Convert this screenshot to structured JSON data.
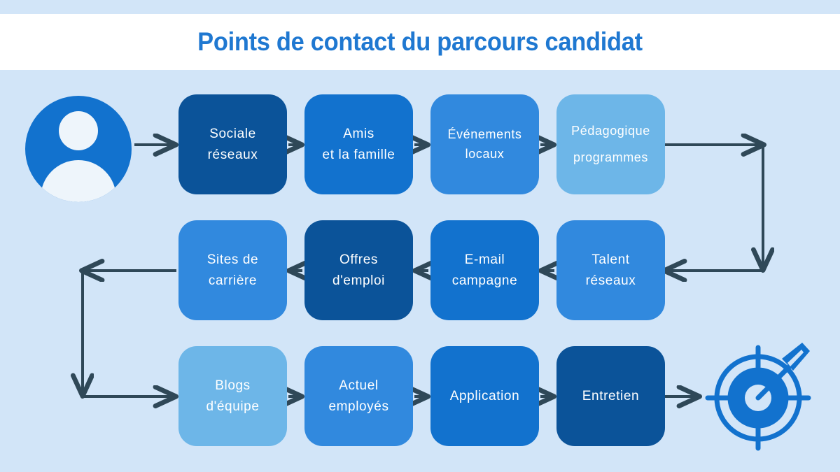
{
  "header": {
    "title": "Points de contact du parcours candidat",
    "title_color": "#1f78d1",
    "band_color": "#ffffff"
  },
  "canvas": {
    "background_color": "#d2e5f8",
    "connector_color": "#2f4858"
  },
  "palette": {
    "darkest": "#0b5399",
    "dark": "#0f5ba7",
    "medium": "#1272ce",
    "light": "#3189de",
    "lightest": "#6db6e8"
  },
  "start": {
    "icon": "user-avatar-icon",
    "color": "#1272ce"
  },
  "end": {
    "icon": "target-arrow-icon",
    "color": "#1272ce"
  },
  "rows": [
    {
      "direction": "left-to-right",
      "nodes": [
        {
          "id": "sociale-reseaux",
          "line1": "Sociale",
          "line2": "réseaux",
          "color": "#0b5399"
        },
        {
          "id": "amis-famille",
          "line1": "Amis",
          "line2": "et la famille",
          "color": "#1272ce"
        },
        {
          "id": "evenements-locaux",
          "line1": "Événements",
          "line2": "locaux",
          "color": "#3189de"
        },
        {
          "id": "pedagogique-programmes",
          "line1": "Pédagogique",
          "line2": "programmes",
          "color": "#6db6e8"
        }
      ]
    },
    {
      "direction": "right-to-left",
      "nodes": [
        {
          "id": "sites-carriere",
          "line1": "Sites de",
          "line2": "carrière",
          "color": "#3189de"
        },
        {
          "id": "offres-emploi",
          "line1": "Offres",
          "line2": "d'emploi",
          "color": "#0b5399"
        },
        {
          "id": "email-campagne",
          "line1": "E-mail",
          "line2": "campagne",
          "color": "#1272ce"
        },
        {
          "id": "talent-reseaux",
          "line1": "Talent",
          "line2": "réseaux",
          "color": "#3189de"
        }
      ]
    },
    {
      "direction": "left-to-right",
      "nodes": [
        {
          "id": "blogs-equipe",
          "line1": "Blogs",
          "line2": "d'équipe",
          "color": "#6db6e8"
        },
        {
          "id": "actuel-employes",
          "line1": "Actuel",
          "line2": "employés",
          "color": "#3189de"
        },
        {
          "id": "application",
          "line1": "Application",
          "line2": "",
          "color": "#1272ce"
        },
        {
          "id": "entretien",
          "line1": "Entretien",
          "line2": "",
          "color": "#0b5399"
        }
      ]
    }
  ]
}
